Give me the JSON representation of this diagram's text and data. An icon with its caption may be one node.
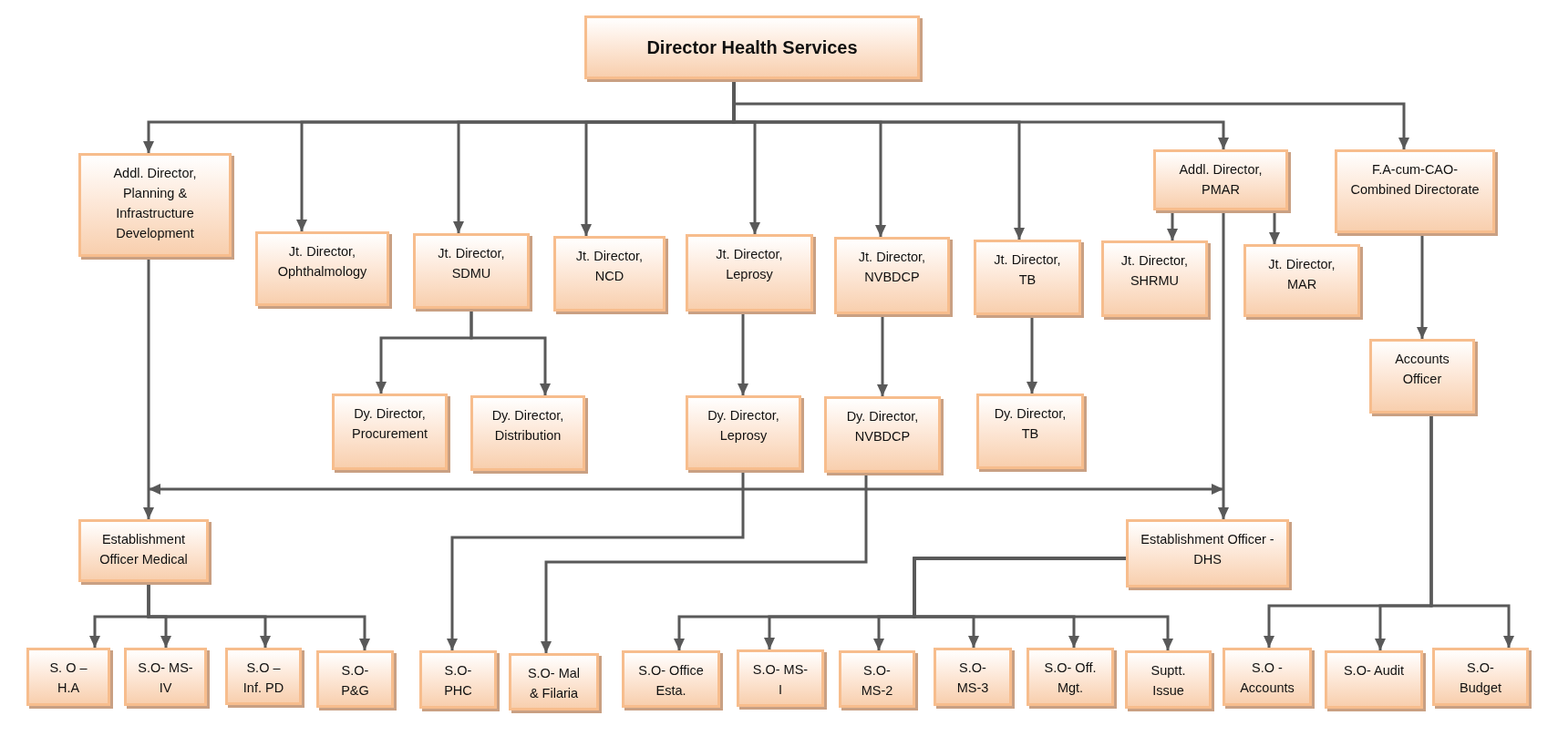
{
  "diagram": {
    "nodes": [
      {
        "text": [
          "Director Health Services"
        ]
      },
      {
        "text": [
          "Addl. Director, Planning & Infrastructure Development"
        ]
      },
      {
        "text": [
          "Jt. Director, Ophthalmology"
        ]
      },
      {
        "text": [
          "Jt. Director, SDMU"
        ]
      },
      {
        "text": [
          "Jt. Director, NCD"
        ]
      },
      {
        "text": [
          "Jt. Director, Leprosy"
        ]
      },
      {
        "text": [
          "Jt. Director, NVBDCP"
        ]
      },
      {
        "text": [
          "Jt. Director, TB"
        ]
      },
      {
        "text": [
          "Addl. Director, PMAR"
        ]
      },
      {
        "text": [
          "F.A-cum-CAO-Combined Directorate"
        ]
      },
      {
        "text": [
          "Jt. Director, SHRMU"
        ]
      },
      {
        "text": [
          "Jt. Director, MAR"
        ]
      },
      {
        "text": [
          "Dy. Director, Procurement"
        ]
      },
      {
        "text": [
          "Dy. Director, Distribution"
        ]
      },
      {
        "text": [
          "Dy. Director, Leprosy"
        ]
      },
      {
        "text": [
          "Dy. Director, NVBDCP"
        ]
      },
      {
        "text": [
          "Dy. Director, TB"
        ]
      },
      {
        "text": [
          "Accounts Officer"
        ]
      },
      {
        "text": [
          "Establishment Officer Medical"
        ]
      },
      {
        "text": [
          "Establishment Officer - DHS"
        ]
      },
      {
        "text": [
          "S. O – H.A"
        ]
      },
      {
        "text": [
          "S.O- MS-IV"
        ]
      },
      {
        "text": [
          "S.O – Inf. PD"
        ]
      },
      {
        "text": [
          "S.O- P&G"
        ]
      },
      {
        "text": [
          "S.O- PHC"
        ]
      },
      {
        "text": [
          "S.O- Mal & Filaria"
        ]
      },
      {
        "text": [
          "S.O- Office Esta."
        ]
      },
      {
        "text": [
          "S.O- MS- I"
        ]
      },
      {
        "text": [
          "S.O- MS-2"
        ]
      },
      {
        "text": [
          "S.O- MS-3"
        ]
      },
      {
        "text": [
          "S.O- Off. Mgt."
        ]
      },
      {
        "text": [
          "Suptt. Issue"
        ]
      },
      {
        "text": [
          "S.O - Accounts"
        ]
      },
      {
        "text": [
          "S.O- Audit"
        ]
      },
      {
        "text": [
          "S.O- Budget"
        ]
      }
    ],
    "edges": [
      {
        "from": 0,
        "to": 1,
        "arrow": "to"
      },
      {
        "from": 0,
        "to": 2,
        "arrow": "to"
      },
      {
        "from": 0,
        "to": 3,
        "arrow": "to"
      },
      {
        "from": 0,
        "to": 4,
        "arrow": "to"
      },
      {
        "from": 0,
        "to": 5,
        "arrow": "to"
      },
      {
        "from": 0,
        "to": 6,
        "arrow": "to"
      },
      {
        "from": 0,
        "to": 7,
        "arrow": "to"
      },
      {
        "from": 0,
        "to": 8,
        "arrow": "to"
      },
      {
        "from": 0,
        "to": 9,
        "arrow": "to"
      },
      {
        "from": 8,
        "to": 10,
        "arrow": "to"
      },
      {
        "from": 8,
        "to": 11,
        "arrow": "to"
      },
      {
        "from": 8,
        "to": 19,
        "arrow": "to"
      },
      {
        "from": 3,
        "to": 12,
        "arrow": "to"
      },
      {
        "from": 3,
        "to": 13,
        "arrow": "to"
      },
      {
        "from": 5,
        "to": 14,
        "arrow": "to"
      },
      {
        "from": 6,
        "to": 15,
        "arrow": "to"
      },
      {
        "from": 7,
        "to": 16,
        "arrow": "to"
      },
      {
        "from": 9,
        "to": 17,
        "arrow": "to"
      },
      {
        "from": 1,
        "to": 18,
        "arrow": "to"
      },
      {
        "from": 18,
        "to": 19,
        "arrow": "both"
      },
      {
        "from": 14,
        "to": 24,
        "arrow": "to"
      },
      {
        "from": 15,
        "to": 25,
        "arrow": "to"
      },
      {
        "from": 18,
        "to": 20,
        "arrow": "to"
      },
      {
        "from": 18,
        "to": 21,
        "arrow": "to"
      },
      {
        "from": 18,
        "to": 22,
        "arrow": "to"
      },
      {
        "from": 18,
        "to": 23,
        "arrow": "to"
      },
      {
        "from": 19,
        "to": 26,
        "arrow": "to"
      },
      {
        "from": 19,
        "to": 27,
        "arrow": "to"
      },
      {
        "from": 19,
        "to": 28,
        "arrow": "to"
      },
      {
        "from": 19,
        "to": 29,
        "arrow": "to"
      },
      {
        "from": 19,
        "to": 30,
        "arrow": "to"
      },
      {
        "from": 19,
        "to": 31,
        "arrow": "to"
      },
      {
        "from": 17,
        "to": 32,
        "arrow": "to"
      },
      {
        "from": 17,
        "to": 33,
        "arrow": "to"
      },
      {
        "from": 17,
        "to": 34,
        "arrow": "to"
      }
    ]
  }
}
